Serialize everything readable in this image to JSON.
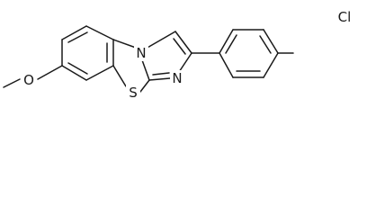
{
  "molecule": {
    "atoms": {
      "methoxy_oxygen": "O",
      "imidazole_nitrogen_bridgehead": "N",
      "imidazole_nitrogen": "N",
      "sulfur": "S",
      "chlorine": "Cl"
    }
  }
}
